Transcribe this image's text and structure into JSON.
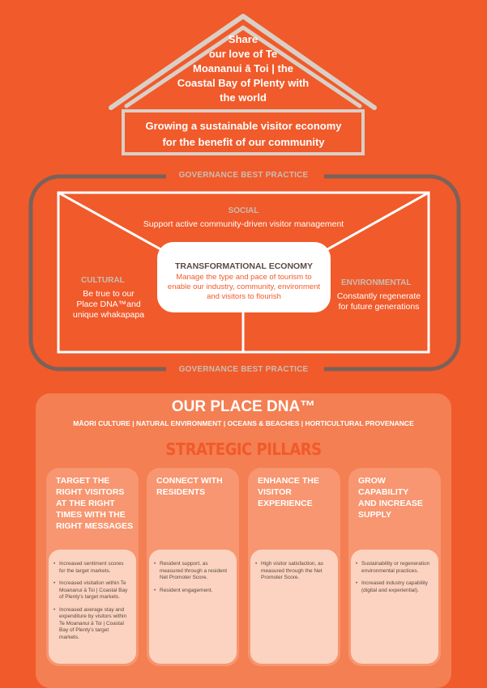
{
  "colors": {
    "background": "#f15a2a",
    "house_outline": "#d9cfc6",
    "frame": "#7a625a",
    "panel": "#f47f52",
    "pillar": "#f79670",
    "pillar_body": "#fbd3c0"
  },
  "house": {
    "roof_text": [
      "Share",
      "our love of Te",
      "Moananui ā Toi | the",
      "Coastal Bay of Plenty with",
      "the world"
    ],
    "base_text": [
      "Growing a sustainable visitor economy",
      "for the benefit of our community"
    ]
  },
  "governance": {
    "top": "GOVERNANCE BEST PRACTICE",
    "bottom": "GOVERNANCE BEST PRACTICE"
  },
  "social": {
    "title": "SOCIAL",
    "body": "Support active community-driven visitor management"
  },
  "cultural": {
    "title": "CULTURAL",
    "body": [
      "Be true to our",
      "Place DNA™and",
      "unique whakapapa"
    ]
  },
  "environmental": {
    "title": "ENVIRONMENTAL",
    "body": [
      "Constantly regenerate",
      "for future generations"
    ]
  },
  "transformational": {
    "title": "TRANSFORMATIONAL ECONOMY",
    "body": [
      "Manage the type and pace of tourism to",
      "enable our industry, community, environment",
      "and visitors to flourish"
    ]
  },
  "place_dna": {
    "title": "OUR PLACE DNA™",
    "subtitle": "MĀORI CULTURE | NATURAL ENVIRONMENT | OCEANS & BEACHES | HORTICULTURAL PROVENANCE"
  },
  "strategic_pillars": {
    "title": "STRATEGIC PILLARS",
    "pillars": [
      {
        "heading": [
          "TARGET THE",
          "RIGHT VISITORS",
          "AT THE RIGHT",
          "TIMES WITH THE",
          "RIGHT MESSAGES"
        ],
        "bullets": [
          "Increased sentiment scores for the target markets.",
          "Increased visitation within Te Moananui ā Toi | Coastal Bay of Plenty's target markets.",
          "Increased average stay and expenditure by visitors within Te Moananui ā Toi | Coastal Bay of Plenty's target markets."
        ]
      },
      {
        "heading": [
          "CONNECT WITH",
          "RESIDENTS"
        ],
        "bullets": [
          "Resident support, as measured through a resident Net Promoter Score.",
          "Resident engagement."
        ]
      },
      {
        "heading": [
          "ENHANCE THE",
          "VISITOR",
          "EXPERIENCE"
        ],
        "bullets": [
          "High visitor satisfaction, as measured through the Net Promoter Score."
        ]
      },
      {
        "heading": [
          "GROW",
          "CAPABILITY",
          "AND INCREASE",
          "SUPPLY"
        ],
        "bullets": [
          "Sustainability or regeneration environmental practices.",
          "Increased industry capability (digital and experiential)."
        ]
      }
    ]
  }
}
